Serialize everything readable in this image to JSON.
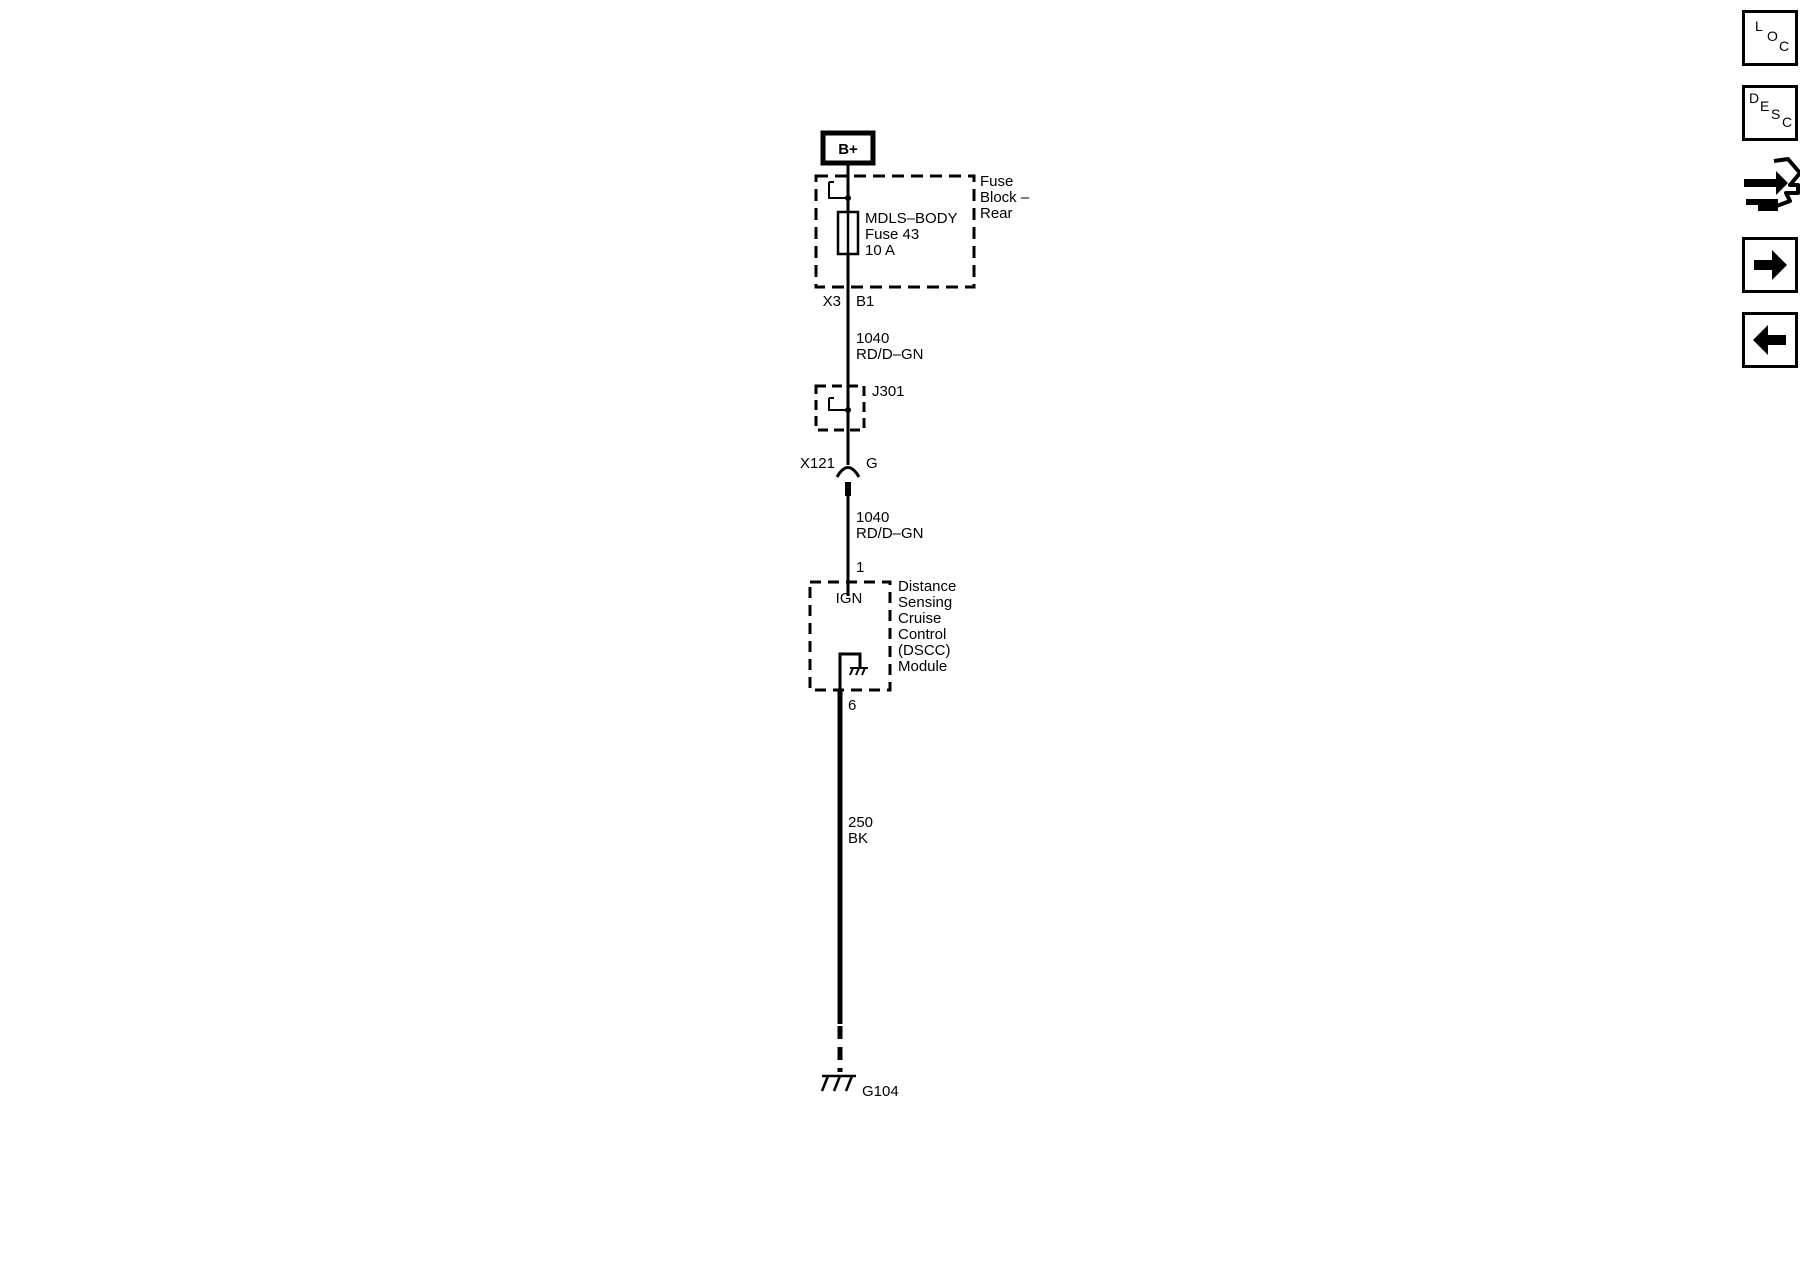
{
  "power_source": {
    "label": "B+"
  },
  "fuse_block": {
    "name_lines": [
      "Fuse",
      "Block –",
      "Rear"
    ]
  },
  "fuse": {
    "name": "MDLS–BODY",
    "number": "Fuse 43",
    "rating": "10 A"
  },
  "connector_x3": {
    "id": "X3",
    "pin": "B1"
  },
  "wire_upper": {
    "circuit": "1040",
    "color": "RD/D–GN"
  },
  "splice": {
    "id": "J301"
  },
  "connector_x121": {
    "id": "X121",
    "pin": "G"
  },
  "wire_middle": {
    "circuit": "1040",
    "color": "RD/D–GN"
  },
  "module": {
    "pin_in": "1",
    "input_label": "IGN",
    "name_lines": [
      "Distance",
      "Sensing",
      "Cruise",
      "Control",
      "(DSCC)",
      "Module"
    ],
    "pin_out": "6"
  },
  "wire_ground": {
    "circuit": "250",
    "color": "BK"
  },
  "ground": {
    "id": "G104"
  },
  "nav": {
    "loc": {
      "letters": [
        "L",
        "O",
        "C"
      ]
    },
    "desc": {
      "letters": [
        "D",
        "E",
        "S",
        "C"
      ]
    },
    "connector_icon": "connector-icon",
    "forward_icon": "arrow-right-icon",
    "back_icon": "arrow-left-icon"
  }
}
